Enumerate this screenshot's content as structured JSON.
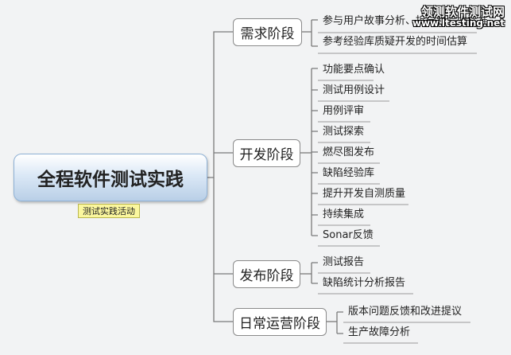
{
  "diagram": {
    "root": "全程软件测试实践",
    "root_note": "测试实践活动",
    "phases": [
      {
        "label": "需求阶段",
        "items": [
          "参与用户故事分析、拆分和验收标准",
          "参考经验库质疑开发的时间估算"
        ]
      },
      {
        "label": "开发阶段",
        "items": [
          "功能要点确认",
          "测试用例设计",
          "用例评审",
          "测试探索",
          "燃尽图发布",
          "缺陷经验库",
          "提升开发自测质量",
          "持续集成",
          "Sonar反馈"
        ]
      },
      {
        "label": "发布阶段",
        "items": [
          "测试报告",
          "缺陷统计分析报告"
        ]
      },
      {
        "label": "日常运营阶段",
        "items": [
          "版本问题反馈和改进提议",
          "生产故障分析"
        ]
      }
    ]
  },
  "watermark": {
    "line1": "领测软件测试网",
    "line2": "www.ltesting.net"
  },
  "colors": {
    "line": "#7a7a7a",
    "root_border": "#8fb2d6",
    "note_bg": "#fbf79e"
  }
}
